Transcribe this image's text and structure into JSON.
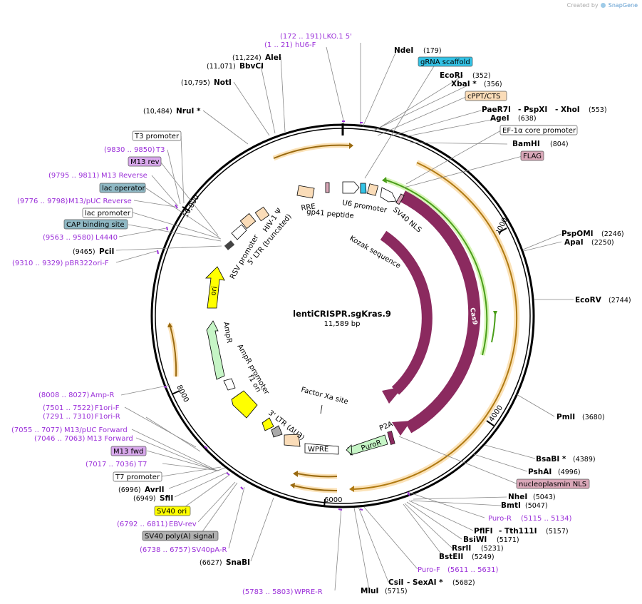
{
  "watermark": "Created by",
  "brand": "SnapGene",
  "plasmid": {
    "name": "lentiCRISPR.sgKras.9",
    "length": "11,589 bp"
  },
  "ticks": [
    "2000",
    "4000",
    "6000",
    "8000",
    "10,000"
  ],
  "enzymes": [
    {
      "name": "NdeI",
      "pos": "(179)"
    },
    {
      "name": "EcoRI",
      "pos": "(352)"
    },
    {
      "name": "XbaI *",
      "pos": "(356)"
    },
    {
      "name": "PaeR7I",
      "pos": ""
    },
    {
      "name": "- PspXI",
      "pos": ""
    },
    {
      "name": "- XhoI",
      "pos": "(553)"
    },
    {
      "name": "AgeI",
      "pos": "(638)"
    },
    {
      "name": "BamHI",
      "pos": "(804)"
    },
    {
      "name": "PspOMI",
      "pos": "(2246)"
    },
    {
      "name": "ApaI",
      "pos": "(2250)"
    },
    {
      "name": "EcoRV",
      "pos": "(2744)"
    },
    {
      "name": "PmlI",
      "pos": "(3680)"
    },
    {
      "name": "BsaBI *",
      "pos": "(4389)"
    },
    {
      "name": "PshAI",
      "pos": "(4996)"
    },
    {
      "name": "NheI",
      "pos": "(5043)"
    },
    {
      "name": "BmtI",
      "pos": "(5047)"
    },
    {
      "name": "PflFI",
      "pos": ""
    },
    {
      "name": "- Tth111I",
      "pos": "(5157)"
    },
    {
      "name": "BsiWI",
      "pos": "(5171)"
    },
    {
      "name": "RsrII",
      "pos": "(5231)"
    },
    {
      "name": "BstEII",
      "pos": "(5249)"
    },
    {
      "name": "CsiI",
      "pos": ""
    },
    {
      "name": "- SexAI *",
      "pos": "(5682)"
    },
    {
      "name": "MluI",
      "pos": "(5715)"
    },
    {
      "name": "SnaBI",
      "pos": "(6627)"
    },
    {
      "name": "SfiI",
      "pos": "(6949)"
    },
    {
      "name": "AvrII",
      "pos": "(6996)"
    },
    {
      "name": "PciI",
      "pos": "(9465)"
    },
    {
      "name": "NruI *",
      "pos": "(10,484)"
    },
    {
      "name": "NotI",
      "pos": "(10,795)"
    },
    {
      "name": "BbvCI",
      "pos": "(11,071)"
    },
    {
      "name": "AleI",
      "pos": "(11,224)"
    }
  ],
  "primers": [
    {
      "range": "(172 .. 191)",
      "name": "LKO.1 5'"
    },
    {
      "range": "(1 .. 21)",
      "name": "hU6-F"
    },
    {
      "range": "(9830 .. 9850)",
      "name": "T3"
    },
    {
      "range": "(9795 .. 9811)",
      "name": "M13 Reverse"
    },
    {
      "range": "(9776 .. 9798)",
      "name": "M13/pUC Reverse"
    },
    {
      "range": "(9563 .. 9580)",
      "name": "L4440"
    },
    {
      "range": "(9310 .. 9329)",
      "name": "pBR322ori-F"
    },
    {
      "range": "(8008 .. 8027)",
      "name": "Amp-R"
    },
    {
      "range": "(7501 .. 7522)",
      "name": "F1ori-F"
    },
    {
      "range": "(7291 .. 7310)",
      "name": "F1ori-R"
    },
    {
      "range": "(7055 .. 7077)",
      "name": "M13/pUC Forward"
    },
    {
      "range": "(7046 .. 7063)",
      "name": "M13 Forward"
    },
    {
      "range": "(7017 .. 7036)",
      "name": "T7"
    },
    {
      "range": "(6792 .. 6811)",
      "name": "EBV-rev"
    },
    {
      "range": "(6738 .. 6757)",
      "name": "SV40pA-R"
    },
    {
      "range": "(5783 .. 5803)",
      "name": "WPRE-R"
    },
    {
      "range": "(5115 .. 5134)",
      "name": "Puro-R"
    },
    {
      "range": "(5611 .. 5631)",
      "name": "Puro-F"
    }
  ],
  "boxed_labels": [
    {
      "name": "gRNA scaffold",
      "color": "#33c3e6"
    },
    {
      "name": "cPPT/CTS",
      "color": "#fadcb8"
    },
    {
      "name": "EF-1α core promoter",
      "color": "#ffffff"
    },
    {
      "name": "FLAG",
      "color": "#d9a7b8"
    },
    {
      "name": "nucleoplasmin NLS",
      "color": "#d9a7b8"
    },
    {
      "name": "T3 promoter",
      "color": "#ffffff"
    },
    {
      "name": "M13 rev",
      "color": "#d8a8ec"
    },
    {
      "name": "lac operator",
      "color": "#8fb8c4"
    },
    {
      "name": "lac promoter",
      "color": "#ffffff"
    },
    {
      "name": "CAP binding site",
      "color": "#8fb8c4"
    },
    {
      "name": "M13 fwd",
      "color": "#d8a8ec"
    },
    {
      "name": "T7 promoter",
      "color": "#ffffff"
    },
    {
      "name": "SV40 ori",
      "color": "#ffff00"
    },
    {
      "name": "SV40 poly(A) signal",
      "color": "#b0b0b0"
    }
  ],
  "features": [
    "Cas9",
    "Cas9",
    "Kozak sequence",
    "U6 promoter",
    "SV40 NLS",
    "gp41 peptide",
    "RRE",
    "HIV-1 Ψ",
    "5' LTR (truncated)",
    "RSV promoter",
    "ori",
    "AmpR",
    "AmpR promoter",
    "f1 ori",
    "3' LTR (ΔU3)",
    "WPRE",
    "PuroR",
    "P2A",
    "Factor Xa site"
  ],
  "colors": {
    "backbone": "#000000",
    "primer": "#9b30d9",
    "cas9": "#8b2a5f",
    "ori": "#ffff00",
    "ampr": "#c6f5c6",
    "orange": "#f5a623",
    "green_arc": "#5fbf2a",
    "puro": "#c6f5c6"
  }
}
